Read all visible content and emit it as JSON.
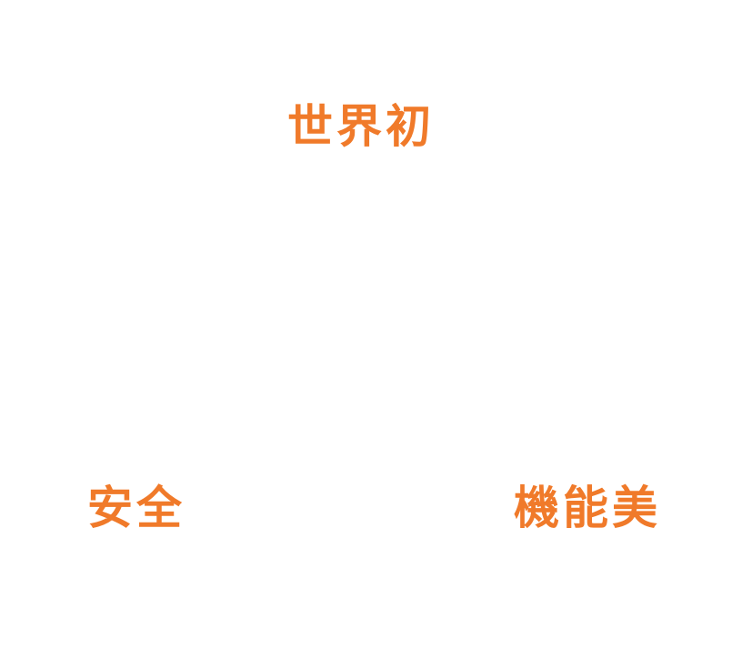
{
  "keywords": {
    "top": "世界初",
    "left": "安全",
    "right": "機能美"
  },
  "colors": {
    "accent": "#f07a2a",
    "background": "#ffffff"
  }
}
